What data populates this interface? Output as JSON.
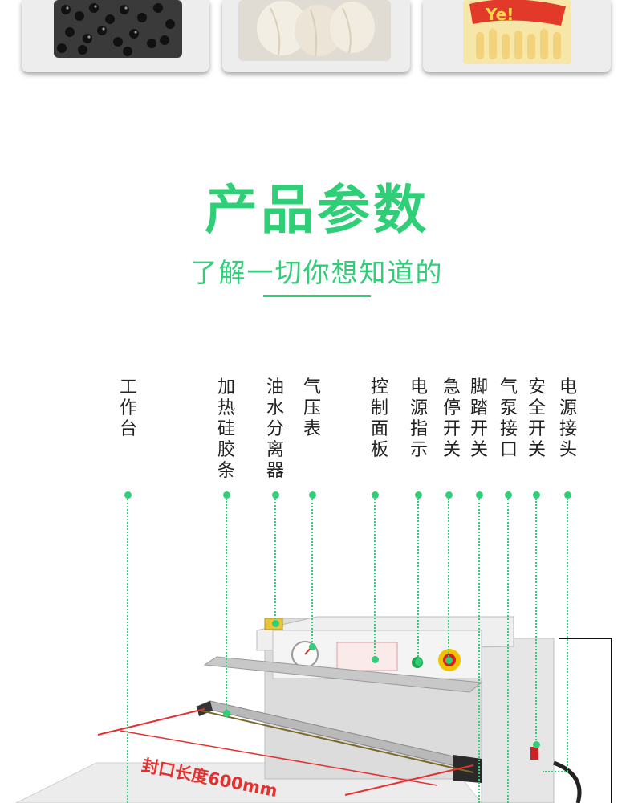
{
  "header": {
    "title": "产品参数",
    "subtitle": "了解一切你想知道的"
  },
  "samples": [
    {
      "name": "black-beans",
      "pack_text": ""
    },
    {
      "name": "garlic",
      "pack_text": ""
    },
    {
      "name": "snack",
      "pack_text": "Ye!"
    }
  ],
  "parts": [
    {
      "label": "工作台"
    },
    {
      "label": "加热硅胶条"
    },
    {
      "label": "油水分离器"
    },
    {
      "label": "气压表"
    },
    {
      "label": "控制面板"
    },
    {
      "label": "电源指示"
    },
    {
      "label": "急停开关"
    },
    {
      "label": "脚踏开关"
    },
    {
      "label": "气泵接口"
    },
    {
      "label": "安全开关"
    },
    {
      "label": "电源接头"
    }
  ],
  "dimension": {
    "seal_length": "封口长度600mm"
  },
  "colors": {
    "accent": "#2fcf78",
    "dimension": "#e53030"
  }
}
